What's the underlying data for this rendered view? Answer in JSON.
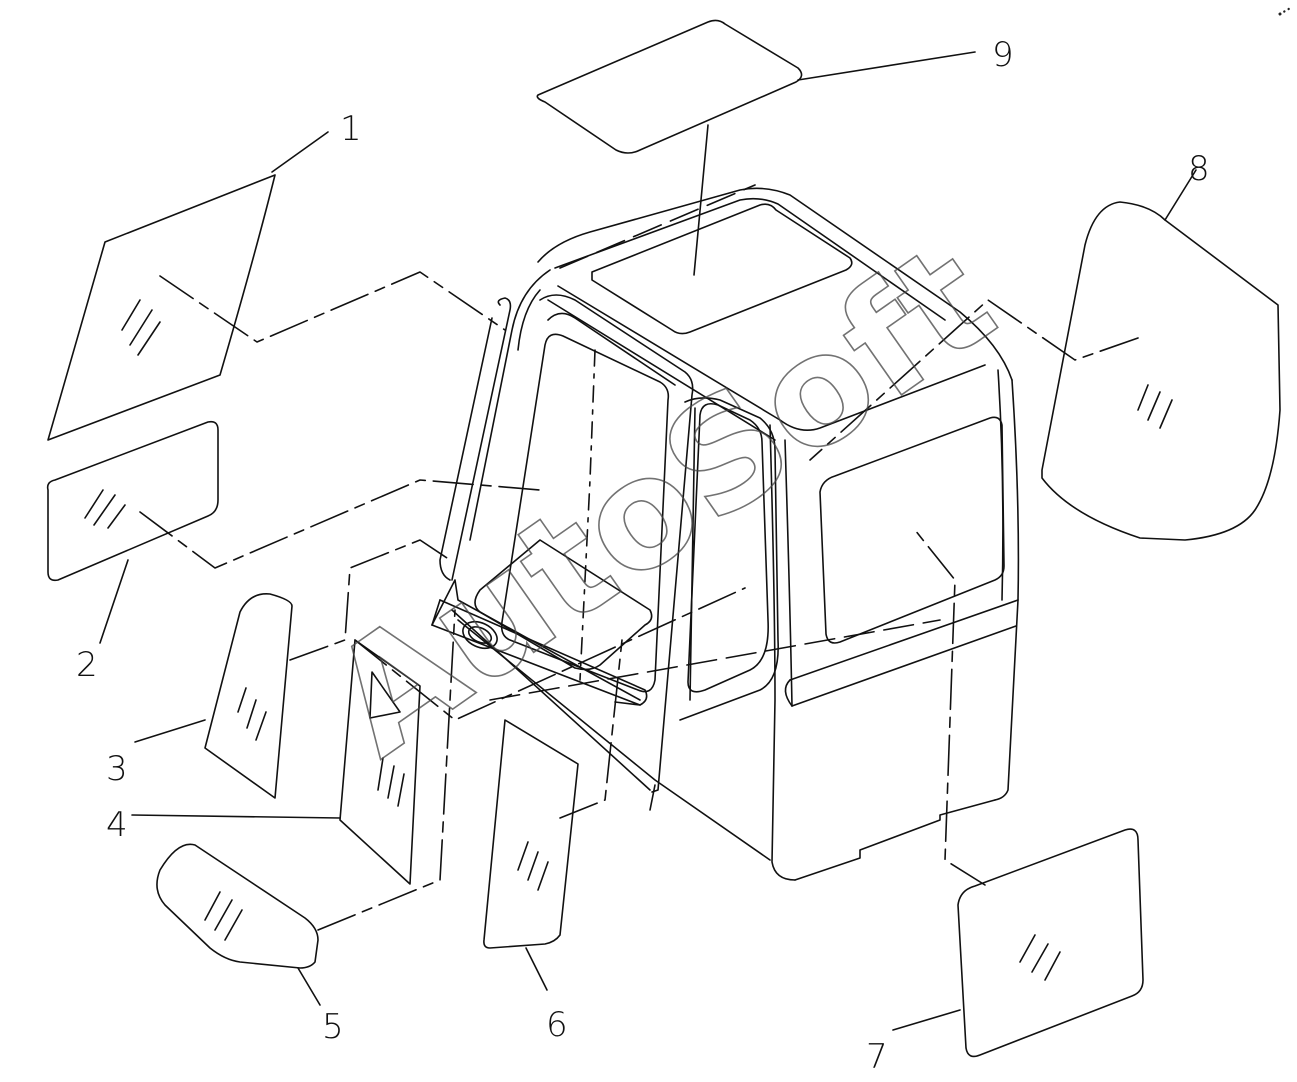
{
  "diagram": {
    "parts": [
      {
        "number": "1"
      },
      {
        "number": "2"
      },
      {
        "number": "3"
      },
      {
        "number": "4"
      },
      {
        "number": "5"
      },
      {
        "number": "6"
      },
      {
        "number": "7"
      },
      {
        "number": "8"
      },
      {
        "number": "9"
      }
    ],
    "watermark": "AutoSoft",
    "colors": {
      "line": "#111111",
      "background": "#ffffff"
    }
  }
}
